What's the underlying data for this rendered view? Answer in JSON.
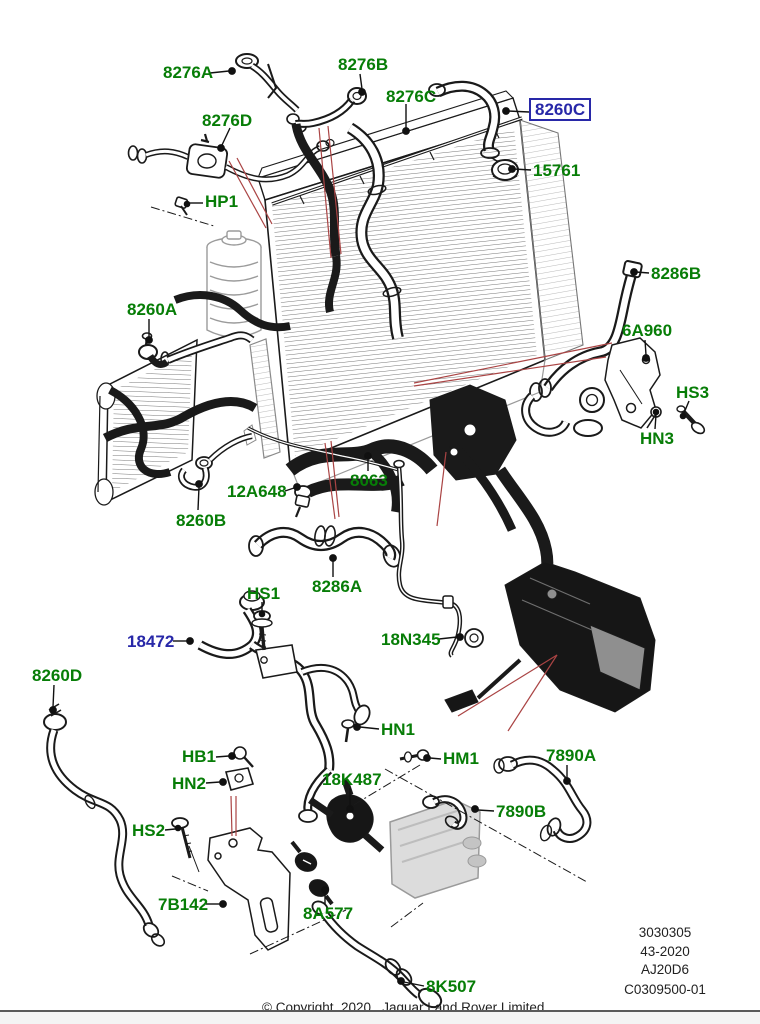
{
  "colors": {
    "label_green": "#077d07",
    "label_blue": "#2828a8",
    "locator_red": "#aa4444",
    "line_black": "#1a1a1a"
  },
  "callouts": {
    "c8276A": {
      "text": "8276A"
    },
    "c8276B": {
      "text": "8276B"
    },
    "c8276C": {
      "text": "8276C"
    },
    "c8276D": {
      "text": "8276D"
    },
    "cHP1": {
      "text": "HP1"
    },
    "c8260A": {
      "text": "8260A"
    },
    "c8260C": {
      "text": "8260C"
    },
    "c15761": {
      "text": "15761"
    },
    "c8286B": {
      "text": "8286B"
    },
    "c6A960": {
      "text": "6A960"
    },
    "cHS3": {
      "text": "HS3"
    },
    "cHN3": {
      "text": "HN3"
    },
    "c8063": {
      "text": "8063"
    },
    "c12A648": {
      "text": "12A648"
    },
    "c8260B": {
      "text": "8260B"
    },
    "c8286A": {
      "text": "8286A"
    },
    "cHS1": {
      "text": "HS1"
    },
    "c18472": {
      "text": "18472"
    },
    "c18N345": {
      "text": "18N345"
    },
    "cHN1": {
      "text": "HN1"
    },
    "cHB1": {
      "text": "HB1"
    },
    "cHM1": {
      "text": "HM1"
    },
    "cHN2": {
      "text": "HN2"
    },
    "c18K487": {
      "text": "18K487"
    },
    "c7890A": {
      "text": "7890A"
    },
    "c7890B": {
      "text": "7890B"
    },
    "cHS2": {
      "text": "HS2"
    },
    "c7B142": {
      "text": "7B142"
    },
    "c8A577": {
      "text": "8A577"
    },
    "c8K507": {
      "text": "8K507"
    },
    "c8260D": {
      "text": "8260D"
    }
  },
  "info_block": {
    "lines": [
      "3030305",
      "43-2020",
      "AJ20D6",
      "C0309500-01"
    ]
  },
  "footer": {
    "copyright": "© Copyright  2020   Jaguar Land Rover Limited"
  }
}
